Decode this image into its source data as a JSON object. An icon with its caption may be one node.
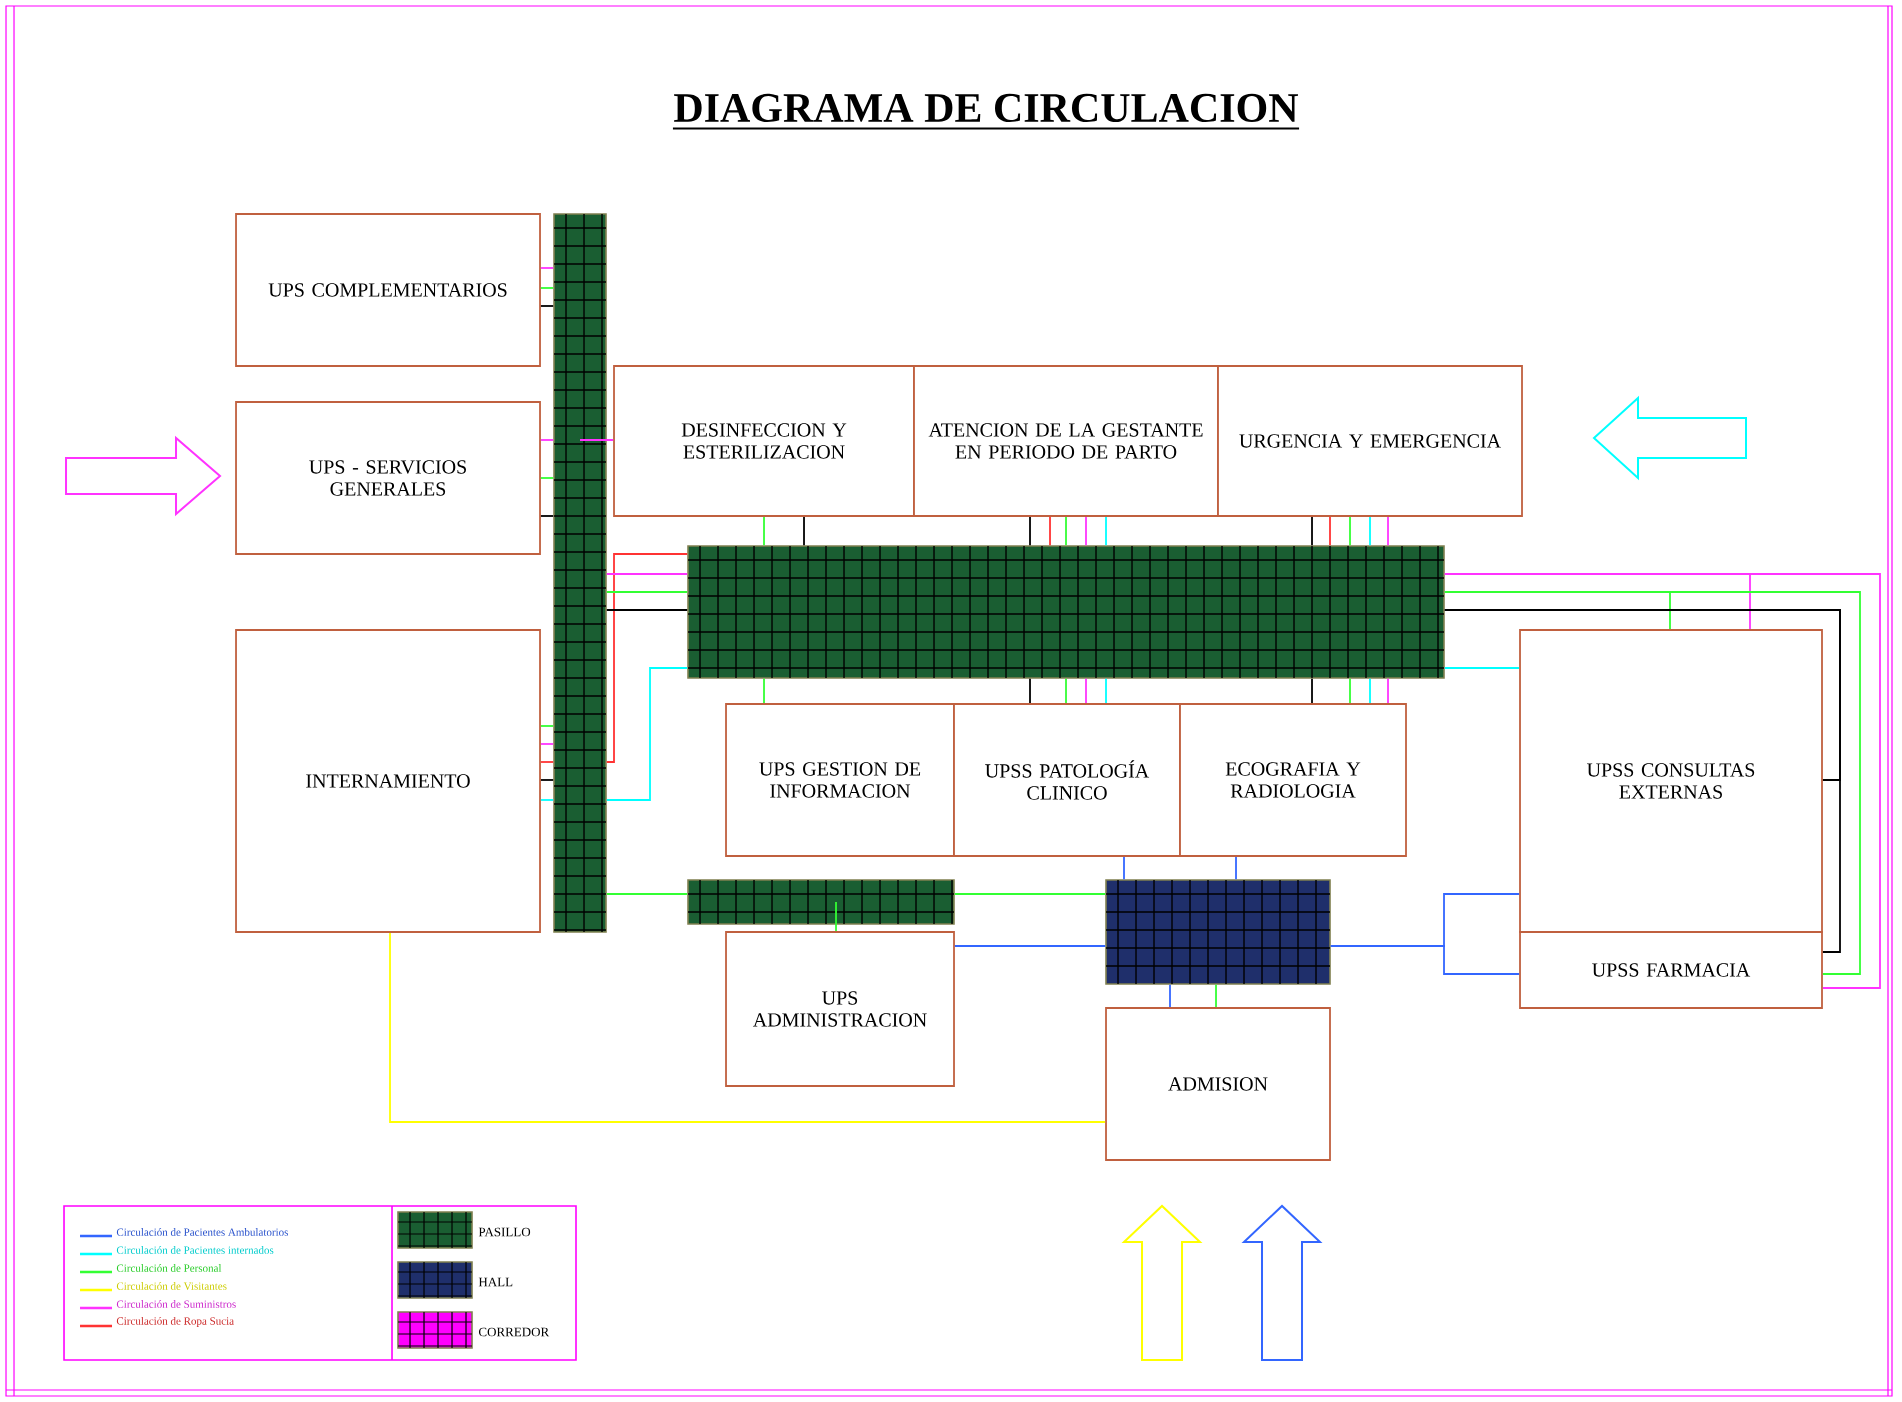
{
  "diagram": {
    "title": "DIAGRAMA DE CIRCULACION",
    "nodes": [
      {
        "text": [
          "UPS COMPLEMENTARIOS"
        ]
      },
      {
        "text": [
          "UPS - SERVICIOS GENERALES"
        ]
      },
      {
        "text": [
          "INTERNAMIENTO"
        ]
      },
      {
        "text": [],
        "shape": "bar"
      },
      {
        "text": [
          "DESINFECCION Y ESTERILIZACION"
        ]
      },
      {
        "text": [
          "ATENCION DE LA GESTANTE EN PERIODO DE PARTO"
        ]
      },
      {
        "text": [
          "URGENCIA Y EMERGENCIA"
        ]
      },
      {
        "text": [],
        "shape": "bar"
      },
      {
        "text": [
          "UPS GESTION DE INFORMACION"
        ]
      },
      {
        "text": [
          "UPSS PATOLOGÍA CLINICO"
        ]
      },
      {
        "text": [
          "ECOGRAFIA Y RADIOLOGIA"
        ]
      },
      {
        "text": [
          "UPSS CONSULTAS EXTERNAS"
        ]
      },
      {
        "text": [
          "UPSS FARMACIA"
        ]
      },
      {
        "text": [],
        "shape": "bar"
      },
      {
        "text": [],
        "shape": "bar"
      },
      {
        "text": [
          "UPS ADMINISTRACION"
        ]
      },
      {
        "text": [
          "ADMISION"
        ]
      }
    ],
    "edges": [
      {
        "from": 0,
        "to": 3,
        "arrow": "none",
        "color": "#ff33ff"
      },
      {
        "from": 0,
        "to": 3,
        "arrow": "none",
        "color": "#33ff33"
      },
      {
        "from": 0,
        "to": 3,
        "arrow": "none",
        "color": "#000000"
      },
      {
        "from": 1,
        "to": 3,
        "arrow": "none",
        "color": "#ff33ff"
      },
      {
        "from": 3,
        "to": 4,
        "arrow": "none",
        "color": "#ff33ff"
      },
      {
        "from": 1,
        "to": 3,
        "arrow": "none",
        "color": "#33ff33"
      },
      {
        "from": 1,
        "to": 3,
        "arrow": "none",
        "color": "#000000"
      },
      {
        "from": 2,
        "to": 3,
        "arrow": "none",
        "color": "#33ff33"
      },
      {
        "from": 2,
        "to": 3,
        "arrow": "none",
        "color": "#ff33ff"
      },
      {
        "from": 2,
        "to": 3,
        "arrow": "none",
        "color": "#ff3333"
      },
      {
        "from": 3,
        "to": 7,
        "arrow": "none",
        "color": "#ff3333"
      },
      {
        "from": 2,
        "to": 3,
        "arrow": "none",
        "color": "#000000"
      },
      {
        "from": 2,
        "to": 3,
        "arrow": "none",
        "color": "#00ffff"
      },
      {
        "from": 3,
        "to": 7,
        "arrow": "none",
        "color": "#00ffff"
      },
      {
        "from": 3,
        "to": 7,
        "arrow": "none",
        "color": "#ff33ff"
      },
      {
        "from": 3,
        "to": 7,
        "arrow": "none",
        "color": "#33ff33"
      },
      {
        "from": 3,
        "to": 7,
        "arrow": "none",
        "color": "#000000"
      },
      {
        "from": 3,
        "to": 13,
        "arrow": "none",
        "color": "#33ff33"
      },
      {
        "from": 4,
        "to": 7,
        "arrow": "none",
        "color": "#33ff33"
      },
      {
        "from": 4,
        "to": 7,
        "arrow": "none",
        "color": "#000000"
      },
      {
        "from": 5,
        "to": 7,
        "arrow": "none",
        "color": "#000000"
      },
      {
        "from": 5,
        "to": 7,
        "arrow": "none",
        "color": "#ff3333"
      },
      {
        "from": 5,
        "to": 7,
        "arrow": "none",
        "color": "#33ff33"
      },
      {
        "from": 5,
        "to": 7,
        "arrow": "none",
        "color": "#ff33ff"
      },
      {
        "from": 5,
        "to": 7,
        "arrow": "none",
        "color": "#00ffff"
      },
      {
        "from": 6,
        "to": 7,
        "arrow": "none",
        "color": "#000000"
      },
      {
        "from": 6,
        "to": 7,
        "arrow": "none",
        "color": "#ff3333"
      },
      {
        "from": 6,
        "to": 7,
        "arrow": "none",
        "color": "#33ff33"
      },
      {
        "from": 6,
        "to": 7,
        "arrow": "none",
        "color": "#00ffff"
      },
      {
        "from": 6,
        "to": 7,
        "arrow": "none",
        "color": "#ff33ff"
      },
      {
        "from": 7,
        "to": 8,
        "arrow": "none",
        "color": "#33ff33"
      },
      {
        "from": 7,
        "to": 9,
        "arrow": "none",
        "color": "#000000"
      },
      {
        "from": 7,
        "to": 9,
        "arrow": "none",
        "color": "#33ff33"
      },
      {
        "from": 7,
        "to": 9,
        "arrow": "none",
        "color": "#ff33ff"
      },
      {
        "from": 7,
        "to": 9,
        "arrow": "none",
        "color": "#00ffff"
      },
      {
        "from": 7,
        "to": 10,
        "arrow": "none",
        "color": "#000000"
      },
      {
        "from": 7,
        "to": 10,
        "arrow": "none",
        "color": "#33ff33"
      },
      {
        "from": 7,
        "to": 10,
        "arrow": "none",
        "color": "#00ffff"
      },
      {
        "from": 7,
        "to": 10,
        "arrow": "none",
        "color": "#ff33ff"
      },
      {
        "from": 7,
        "to": 11,
        "arrow": "none",
        "color": "#ff33ff"
      },
      {
        "from": 7,
        "to": 11,
        "arrow": "none",
        "color": "#33ff33"
      },
      {
        "from": 7,
        "to": 11,
        "arrow": "none",
        "color": "#000000"
      },
      {
        "from": 7,
        "to": 12,
        "arrow": "none",
        "color": "#000000"
      },
      {
        "from": 7,
        "to": 12,
        "arrow": "none",
        "color": "#33ff33"
      },
      {
        "from": 7,
        "to": 12,
        "arrow": "none",
        "color": "#ff33ff"
      },
      {
        "from": 7,
        "to": 11,
        "arrow": "none",
        "color": "#00ffff"
      },
      {
        "from": 13,
        "to": 15,
        "arrow": "none",
        "color": "#33ff33"
      },
      {
        "from": 13,
        "to": 14,
        "arrow": "none",
        "color": "#33ff33"
      },
      {
        "from": 14,
        "to": 16,
        "arrow": "none",
        "color": "#33ff33"
      },
      {
        "from": 14,
        "to": 16,
        "arrow": "none",
        "color": "#3366ff"
      },
      {
        "from": 15,
        "to": 14,
        "arrow": "none",
        "color": "#3366ff"
      },
      {
        "from": 9,
        "to": 14,
        "arrow": "none",
        "color": "#3366ff"
      },
      {
        "from": 10,
        "to": 14,
        "arrow": "none",
        "color": "#3366ff"
      },
      {
        "from": 14,
        "to": 11,
        "arrow": "none",
        "color": "#3366ff"
      },
      {
        "from": 14,
        "to": 12,
        "arrow": "none",
        "color": "#3366ff"
      },
      {
        "from": 2,
        "to": 16,
        "arrow": "none",
        "color": "#ffff00"
      }
    ],
    "legend": [
      {
        "text": "Circulación de Pacientes Ambulatorios",
        "color": "#3366ff"
      },
      {
        "text": "Circulación de Pacientes internados",
        "color": "#00ffff"
      },
      {
        "text": "Circulación de Personal",
        "color": "#33ff33"
      },
      {
        "text": "Circulación de Visitantes",
        "color": "#ffff00"
      },
      {
        "text": "Circulación de Suministros",
        "color": "#ff33ff"
      },
      {
        "text": "Circulación de Ropa Sucia",
        "color": "#ff3333"
      },
      {
        "text": "PASILLO",
        "color": "#1a5e32"
      },
      {
        "text": "HALL",
        "color": "#1f2f6b"
      },
      {
        "text": "CORREDOR",
        "color": "#ff00ff"
      }
    ]
  }
}
